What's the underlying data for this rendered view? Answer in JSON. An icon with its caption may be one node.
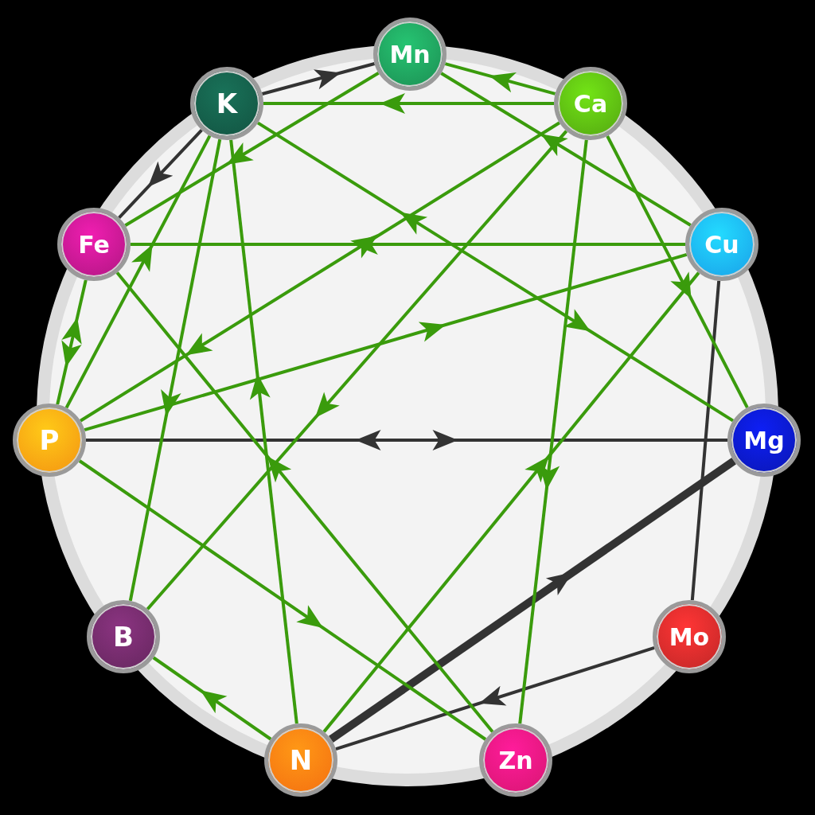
{
  "diagram": {
    "nodes": [
      {
        "text": [
          "Mn"
        ]
      },
      {
        "text": [
          "K"
        ]
      },
      {
        "text": [
          "Ca"
        ]
      },
      {
        "text": [
          "Fe"
        ]
      },
      {
        "text": [
          "Cu"
        ]
      },
      {
        "text": [
          "P"
        ]
      },
      {
        "text": [
          "Mg"
        ]
      },
      {
        "text": [
          "B"
        ]
      },
      {
        "text": [
          "Mo"
        ]
      },
      {
        "text": [
          "N"
        ]
      },
      {
        "text": [
          "Zn"
        ]
      }
    ],
    "edges": [
      {
        "from": 1,
        "to": 0,
        "arrow": "to",
        "color": "#333333"
      },
      {
        "from": 1,
        "to": 3,
        "arrow": "to",
        "color": "#333333"
      },
      {
        "from": 5,
        "to": 6,
        "arrow": "both",
        "color": "#333333"
      },
      {
        "from": 4,
        "to": 8,
        "arrow": "none",
        "color": "#333333"
      },
      {
        "from": 9,
        "to": 6,
        "arrow": "to",
        "style": "thick",
        "color": "#333333"
      },
      {
        "from": 8,
        "to": 9,
        "arrow": "to",
        "color": "#333333"
      },
      {
        "from": 0,
        "to": 3,
        "arrow": "to"
      },
      {
        "from": 2,
        "to": 1,
        "arrow": "to"
      },
      {
        "from": 2,
        "to": 0,
        "arrow": "to"
      },
      {
        "from": 4,
        "to": 0,
        "arrow": "to"
      },
      {
        "from": 1,
        "to": 6,
        "arrow": "both"
      },
      {
        "from": 5,
        "to": 2,
        "arrow": "both"
      },
      {
        "from": 4,
        "to": 3,
        "arrow": "to"
      },
      {
        "from": 5,
        "to": 4,
        "arrow": "to"
      },
      {
        "from": 3,
        "to": 5,
        "arrow": "both"
      },
      {
        "from": 5,
        "to": 1,
        "arrow": "to"
      },
      {
        "from": 1,
        "to": 7,
        "arrow": "to"
      },
      {
        "from": 9,
        "to": 1,
        "arrow": "to"
      },
      {
        "from": 10,
        "to": 3,
        "arrow": "to"
      },
      {
        "from": 2,
        "to": 10,
        "arrow": "to"
      },
      {
        "from": 2,
        "to": 7,
        "arrow": "to"
      },
      {
        "from": 2,
        "to": 6,
        "arrow": "to"
      },
      {
        "from": 9,
        "to": 4,
        "arrow": "to"
      },
      {
        "from": 5,
        "to": 10,
        "arrow": "to"
      },
      {
        "from": 9,
        "to": 7,
        "arrow": "to"
      }
    ]
  }
}
